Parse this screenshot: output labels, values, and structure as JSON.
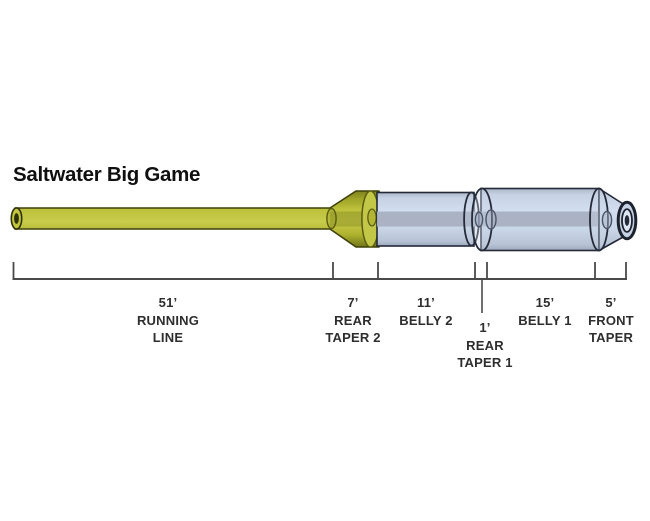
{
  "title": "Saltwater Big Game",
  "sections": [
    {
      "id": "running-line",
      "length": "51’",
      "name1": "RUNNING",
      "name2": "LINE"
    },
    {
      "id": "rear-taper-2",
      "length": "7’",
      "name1": "REAR",
      "name2": "TAPER 2"
    },
    {
      "id": "belly-2",
      "length": "11’",
      "name1": "BELLY 2",
      "name2": ""
    },
    {
      "id": "rear-taper-1",
      "length": "1’",
      "name1": "REAR",
      "name2": "TAPER 1"
    },
    {
      "id": "belly-1",
      "length": "15’",
      "name1": "BELLY 1",
      "name2": ""
    },
    {
      "id": "front-taper",
      "length": "5’",
      "name1": "FRONT",
      "name2": "TAPER"
    }
  ],
  "colors": {
    "line_olive": "#bcc03a",
    "line_olive_dark": "#83871e",
    "line_olive_outline": "#3f4108",
    "belly_blue": "#d0dcee",
    "belly_blue_shade": "#aab6c9",
    "belly_outline": "#242a38",
    "core_gray": "#a8b0c1",
    "scale_line": "#4a4a4a",
    "label_text": "#2e2e2e",
    "title_text": "#101010"
  }
}
